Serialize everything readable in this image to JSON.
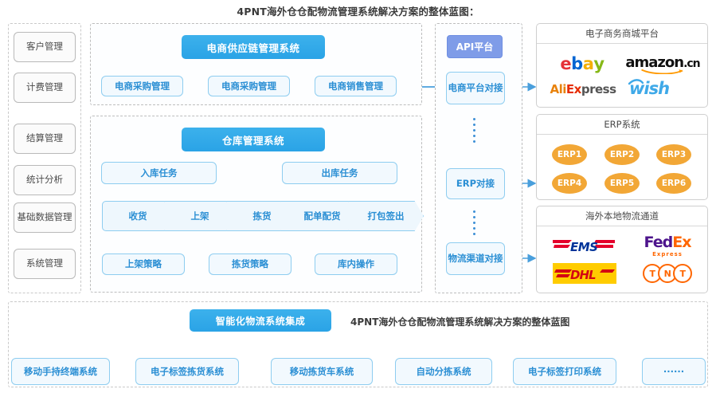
{
  "page_title": "4PNT海外仓仓配物流管理系统解决方案的整体蓝图：",
  "colors": {
    "accent_blue": "#2fa8e8",
    "light_blue_fill": "#f2f9fe",
    "light_blue_border": "#8ecdf0",
    "periwinkle": "#7f9ce8",
    "erp_orange": "#F2A736",
    "dashed_border": "#c9c9c9"
  },
  "sidebar": {
    "items": [
      {
        "label": "客户管理"
      },
      {
        "label": "计费管理"
      },
      {
        "label": "结算管理"
      },
      {
        "label": "统计分析"
      },
      {
        "label": "基础数据管理"
      },
      {
        "label": "系统管理"
      }
    ]
  },
  "supply_chain": {
    "header": "电商供应链管理系统",
    "modules": [
      {
        "label": "电商采购管理"
      },
      {
        "label": "电商采购管理"
      },
      {
        "label": "电商销售管理"
      }
    ]
  },
  "warehouse": {
    "header": "仓库管理系统",
    "tasks": [
      {
        "label": "入库任务"
      },
      {
        "label": "出库任务"
      }
    ],
    "flow_steps": [
      {
        "label": "收货"
      },
      {
        "label": "上架"
      },
      {
        "label": "拣货"
      },
      {
        "label": "配单配货"
      },
      {
        "label": "打包签出"
      }
    ],
    "strategies": [
      {
        "label": "上架策略"
      },
      {
        "label": "拣货策略"
      },
      {
        "label": "库内操作"
      }
    ]
  },
  "integration_column": {
    "api_platform": "API平台",
    "connectors": [
      {
        "label": "电商平台对接"
      },
      {
        "label": "ERP对接"
      },
      {
        "label": "物流渠道对接"
      }
    ]
  },
  "panels": [
    {
      "title": "电子商务商城平台",
      "logos": [
        {
          "name": "ebay-logo",
          "text": "ebay"
        },
        {
          "name": "amazon-cn-logo",
          "text": "amazon.cn"
        },
        {
          "name": "aliexpress-logo",
          "text": "AliExpress"
        },
        {
          "name": "wish-logo",
          "text": "wish"
        }
      ]
    },
    {
      "title": "ERP系统",
      "items": [
        {
          "label": "ERP1"
        },
        {
          "label": "ERP2"
        },
        {
          "label": "ERP3"
        },
        {
          "label": "ERP4"
        },
        {
          "label": "ERP5"
        },
        {
          "label": "ERP6"
        }
      ]
    },
    {
      "title": "海外本地物流通道",
      "logos": [
        {
          "name": "ems-logo",
          "text": "EMS"
        },
        {
          "name": "fedex-logo",
          "text": "FedEx"
        },
        {
          "name": "fedex-sub",
          "text": "Express"
        },
        {
          "name": "dhl-logo",
          "text": "DHL"
        },
        {
          "name": "tnt-logo",
          "text": "TNT"
        }
      ]
    }
  ],
  "bottom": {
    "header": "智能化物流系统集成",
    "caption": "4PNT海外仓仓配物流管理系统解决方案的整体蓝图",
    "items": [
      {
        "label": "移动手持终端系统"
      },
      {
        "label": "电子标签拣货系统"
      },
      {
        "label": "移动拣货车系统"
      },
      {
        "label": "自动分拣系统"
      },
      {
        "label": "电子标签打印系统"
      },
      {
        "label": "······"
      }
    ]
  }
}
